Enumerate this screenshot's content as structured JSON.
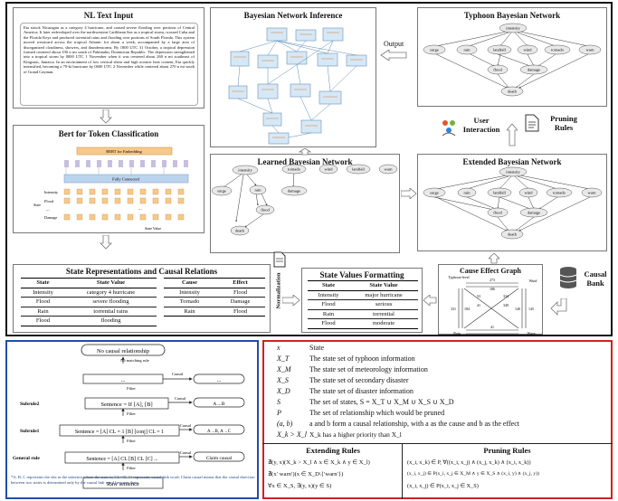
{
  "nl_input": {
    "title": "NL Text Input",
    "text": "Eta struck Nicaragua as a category 4 hurricane, and caused severe flooding over portions of Central America. It later redeveloped over the northwestern Caribbean Sea as a tropical storm, crossed Cuba and the Florida Keys and produced torrential rains and flooding over portions of South Florida. This system moved westward across the tropical Atlantic for about a week, accompanied by a large area of disorganized cloudiness, showers, and thunderstorms. By 1800 UTC 31 October, a tropical depression formed centered about 190 n mi south of Palmnaltn, Dominican Republic. The depression strengthened into a tropical storm by 0000 UTC 1 November when it was centered about 260 n mi southeast of Kingston, Jamaica. In an environment of low vertical shear and high oceanic heat content, Eta quickly intensified, becoming a 70-kt hurricane by 0600 UTC 2 November while centered about 270 n mi south of Grand Cayman."
  },
  "bayes_inference": {
    "title": "Bayesian Network Inference"
  },
  "output_label": "Output",
  "typhoon_bn": {
    "title": "Typhoon Bayesian Network",
    "nodes": [
      "intensity",
      "surge",
      "rain",
      "landfall",
      "wind",
      "tornado",
      "warn",
      "flood",
      "damage",
      "death"
    ]
  },
  "user_interaction": "User Interaction",
  "pruning_rules": "Pruning Rules",
  "bert": {
    "title": "Bert for Token Classification",
    "embedding_label": "BERT for Embedding",
    "fc_label": "Fully Connected",
    "row_labels": [
      "Intensity",
      "Flood",
      "...",
      "Damage"
    ],
    "state_label": "State",
    "state_value_label": "State Value",
    "ellipsis": "..."
  },
  "learned_bn": {
    "title": "Learned Bayesian Network",
    "nodes": [
      "intensity",
      "tornado",
      "wind",
      "landfall",
      "warn",
      "surge",
      "rain",
      "damage",
      "flood",
      "death"
    ]
  },
  "extended_bn": {
    "title": "Extended Bayesian Network",
    "nodes": [
      "intensity",
      "surge",
      "rain",
      "landfall",
      "wind",
      "tornado",
      "warn",
      "flood",
      "damage",
      "death"
    ]
  },
  "state_repr": {
    "title": "State Representations and Causal Relations",
    "headers": [
      "State",
      "State Value"
    ],
    "rows": [
      [
        "Intensity",
        "category 4 hurricane"
      ],
      [
        "Flood",
        "severe flooding"
      ],
      [
        "Rain",
        "torrential rains"
      ],
      [
        "Flood",
        "flooding"
      ]
    ],
    "cause_headers": [
      "Cause",
      "Effect"
    ],
    "cause_rows": [
      [
        "Intensity",
        "Flood"
      ],
      [
        "Tornado",
        "Damage"
      ],
      [
        "Rain",
        "Flood"
      ]
    ]
  },
  "normalization_label": "Normalization",
  "state_format": {
    "title": "State Values Formatting",
    "headers": [
      "State",
      "State Value"
    ],
    "rows": [
      [
        "Intensity",
        "major hurricane"
      ],
      [
        "Flood",
        "serious"
      ],
      [
        "Rain",
        "torrential"
      ],
      [
        "Flood",
        "moderate"
      ]
    ]
  },
  "cause_effect": {
    "title": "Cause Effect Graph",
    "nodes": [
      "Typhoon-level",
      "Wind",
      "Rain",
      "Wave"
    ],
    "edge_labels": [
      "273",
      "186",
      "53",
      "334",
      "41",
      "331",
      "184",
      "349",
      "140",
      "145",
      "41",
      "51"
    ]
  },
  "causal_bank": "Causal Bank",
  "rules_diagram": {
    "no_causal": "No causal relationship",
    "no_matching": "No matching rule",
    "filter": "Filter",
    "causal": "Causal",
    "ellipsis": "...",
    "subrule2_label": "Subrule2",
    "subrule2_sentence": "Sentence = If [A], [B]",
    "subrule2_result": "A→B",
    "subrule1_label": "Subrule1",
    "subrule1_sentence": "Sentence = [A] CL = 1 [B] [conj] CL = 1",
    "subrule1_result": "A→B, A→C",
    "general_label": "General rule",
    "general_sentence": "Sentence = [A] CL [B] CL [C] ...",
    "general_result": "Claim causal",
    "raw": "Raw sentence",
    "footnote": "*A, B, C represents the slot in the sentence where the state is; CL={0, 1} represents causal link word; Claim causal means that the causal direction between two states is determined only by the causal link word between them"
  },
  "symbols": {
    "rows": [
      [
        "x",
        "State"
      ],
      [
        "X_T",
        "The state set of typhoon information"
      ],
      [
        "X_M",
        "The state set of meteorology information"
      ],
      [
        "X_S",
        "The state set of secondary disaster"
      ],
      [
        "X_D",
        "The state set of disaster information"
      ],
      [
        "S",
        "The set of states, S = X_T ∪ X_M ∪ X_S ∪ X_D"
      ],
      [
        "P",
        "The set of relationship which would be pruned"
      ],
      [
        "(a, b)",
        "a and b form a causal relationship, with a as the cause and b as the effect"
      ],
      [
        "X_k > X_l",
        "X_k has a higher priority than X_l"
      ]
    ],
    "extending_title": "Extending Rules",
    "pruning_title": "Pruning Rules",
    "extending": [
      "∄(y, x)(X_k > X_l ∧ x ∈ X_k ∧ y ∈ X_l)",
      "∄(x′ warn′)(x ∈ X_D\\{′warn′})",
      "∀x ∈ X_S, ∃(y, x)(y ∈ S)"
    ],
    "pruning": [
      "(x_i, x_k) ∈ P, ∀((x_i, x_j) ∧ (x_j, x_k) ∧ (x_i, x_k))",
      "(x_i, x_j) ∈ P(x_i, x_j ∈ X_M ∧ y ∈ X_S ∧ (x_i, y) ∧ (x_j, y))",
      "(x_i, x_j) ∈ P(x_i, x_j ∈ X_S)"
    ]
  },
  "colors": {
    "black_frame": "#111111",
    "blue_frame": "#1f4fa8",
    "red_frame": "#d42020",
    "bert_orange": "#f7c98a",
    "bert_purple": "#c9bde0",
    "bert_blue": "#bcd3ee",
    "node_fill": "#e9e9e9"
  }
}
